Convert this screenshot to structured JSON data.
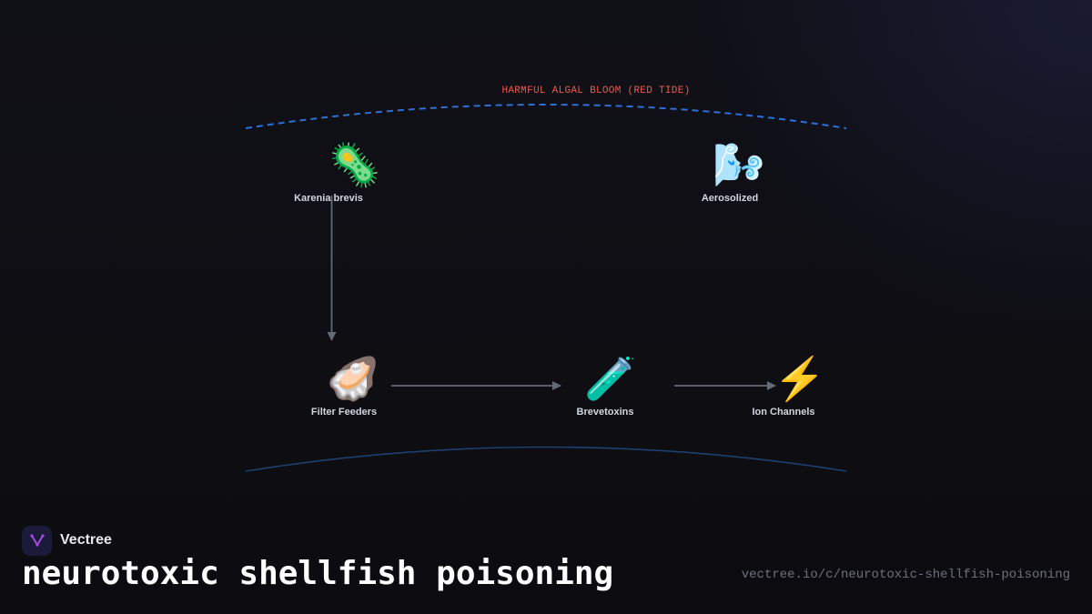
{
  "brand": {
    "name": "Vectree",
    "logo_icon": "vectree-logo-icon",
    "logo_color": "#a64be0"
  },
  "title": "neurotoxic shellfish poisoning",
  "url": "vectree.io/c/neurotoxic-shellfish-poisoning",
  "diagram": {
    "group_label": "HARMFUL ALGAL BLOOM (RED TIDE)",
    "group_label_color": "#ef5a4c",
    "nodes": [
      {
        "id": "karenia",
        "label": "Karenia brevis",
        "icon": "microbe-icon",
        "glyph": "🦠"
      },
      {
        "id": "aerosol",
        "label": "Aerosolized",
        "icon": "wind-face-icon",
        "glyph": "🌬️"
      },
      {
        "id": "filter",
        "label": "Filter Feeders",
        "icon": "oyster-icon",
        "glyph": "🦪"
      },
      {
        "id": "toxins",
        "label": "Brevetoxins",
        "icon": "test-tube-icon",
        "glyph": "🧪"
      },
      {
        "id": "ion",
        "label": "Ion Channels",
        "icon": "lightning-icon",
        "glyph": "⚡"
      }
    ],
    "edges": [
      {
        "from": "karenia",
        "to": "filter"
      },
      {
        "from": "filter",
        "to": "toxins"
      },
      {
        "from": "toxins",
        "to": "ion"
      }
    ],
    "colors": {
      "arc_top": "#2f6fd8",
      "arc_bottom": "#1f3f6e",
      "arrow": "#646a74"
    }
  }
}
